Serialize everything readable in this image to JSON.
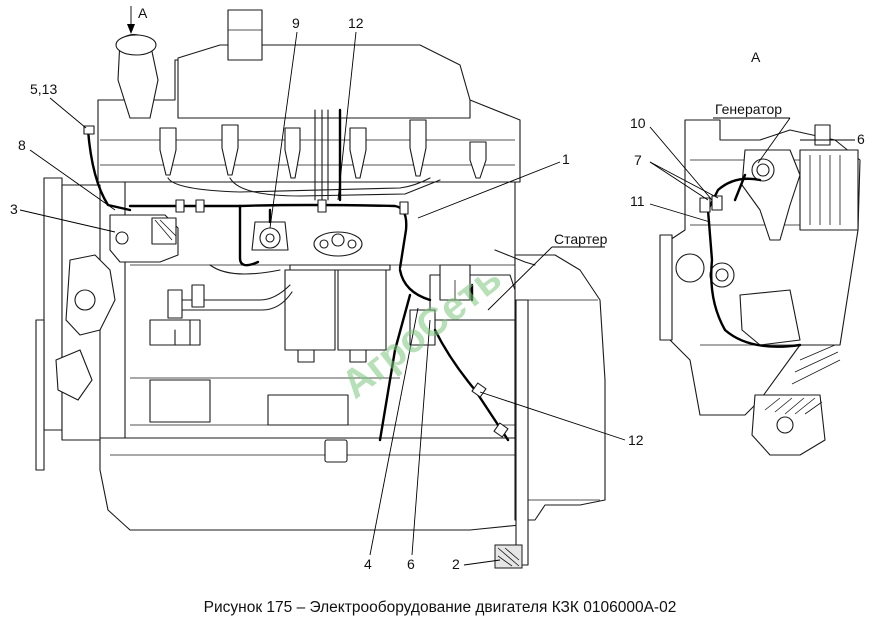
{
  "caption": "Рисунок 175 – Электрооборудование двигателя КЗК 0106000А-02",
  "watermark": "АгроСеть",
  "view_marker": "A",
  "view_title": "А",
  "callouts": {
    "c_513": "5,13",
    "c_8": "8",
    "c_3": "3",
    "c_9": "9",
    "c_12_top": "12",
    "c_1": "1",
    "c_starter": "Стартер",
    "c_12_right": "12",
    "c_4": "4",
    "c_6_bottom": "6",
    "c_2": "2",
    "c_generator": "Генератор",
    "c_6_view": "6",
    "c_10": "10",
    "c_7": "7",
    "c_11": "11"
  }
}
